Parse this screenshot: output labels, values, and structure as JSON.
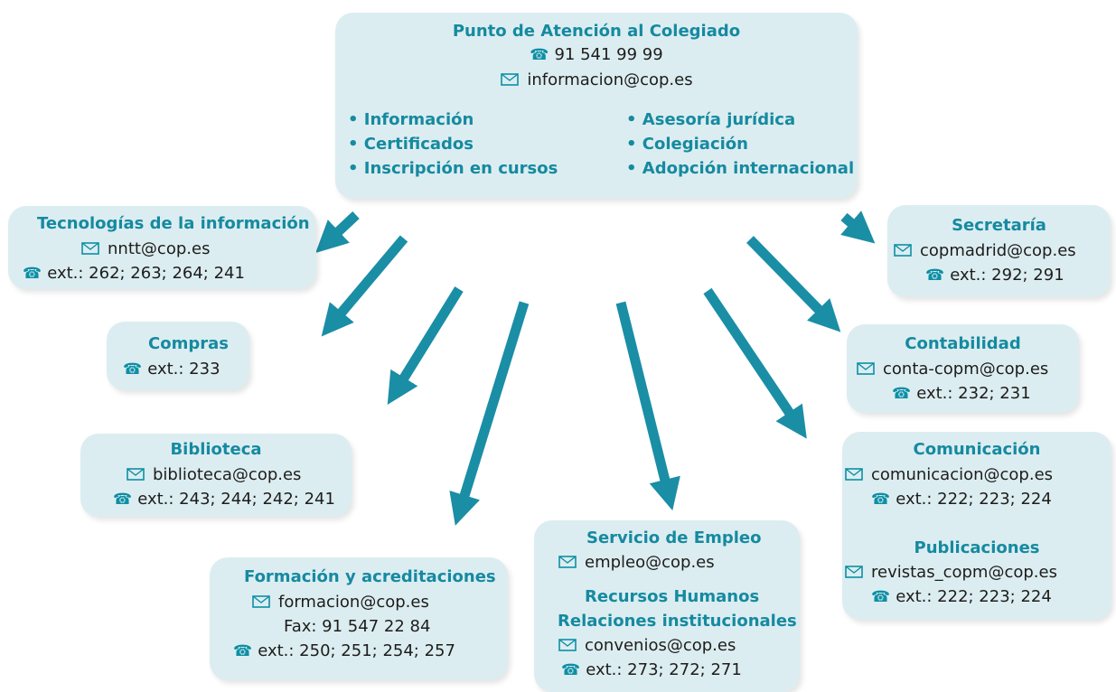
{
  "colors": {
    "accent": "#158aa0",
    "box_bg": "#dcedf1",
    "arrow": "#1a8ea5"
  },
  "icons": {
    "phone": "phone-icon",
    "email": "email-icon"
  },
  "glyphs": {
    "phone": "☎",
    "bullet": "•"
  },
  "center": {
    "title": "Punto de Atención al Colegiado",
    "phone": "91 541 99 99",
    "email": "informacion@cop.es",
    "services_left": [
      "Información",
      "Certificados",
      "Inscripción en cursos"
    ],
    "services_right": [
      "Asesoría jurídica",
      "Colegiación",
      "Adopción internacional"
    ]
  },
  "tecnologias": {
    "title": "Tecnologías de la información",
    "email": "nntt@cop.es",
    "ext": "ext.: 262; 263; 264; 241"
  },
  "compras": {
    "title": "Compras",
    "ext": "ext.: 233"
  },
  "biblioteca": {
    "title": "Biblioteca",
    "email": "biblioteca@cop.es",
    "ext": "ext.: 243; 244; 242; 241"
  },
  "formacion": {
    "title": "Formación y acreditaciones",
    "email": "formacion@cop.es",
    "fax": "Fax: 91 547 22 84",
    "ext": "ext.: 250; 251; 254; 257"
  },
  "empleo": {
    "title": "Servicio de Empleo",
    "email": "empleo@cop.es",
    "title2": "Recursos Humanos",
    "title3": "Relaciones institucionales",
    "email2": "convenios@cop.es",
    "ext": "ext.: 273; 272; 271"
  },
  "secretaria": {
    "title": "Secretaría",
    "email": "copmadrid@cop.es",
    "ext": "ext.: 292; 291"
  },
  "contabilidad": {
    "title": "Contabilidad",
    "email": "conta-copm@cop.es",
    "ext": "ext.: 232; 231"
  },
  "comunicacion": {
    "title": "Comunicación",
    "email": "comunicacion@cop.es",
    "ext": "ext.: 222; 223; 224",
    "title2": "Publicaciones",
    "email2": "revistas_copm@cop.es",
    "ext2": "ext.: 222; 223; 224"
  }
}
